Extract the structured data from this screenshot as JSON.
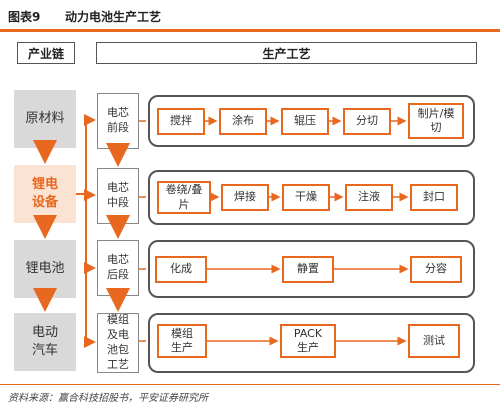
{
  "header": {
    "figure_number": "图表9",
    "title": "动力电池生产工艺"
  },
  "columns": {
    "chain_label": "产业链",
    "process_label": "生产工艺"
  },
  "chain": [
    {
      "label": "原材料"
    },
    {
      "label": "锂电\n设备"
    },
    {
      "label": "锂电池"
    },
    {
      "label": "电动\n汽车"
    }
  ],
  "stages": [
    {
      "label": "电芯\n前段",
      "steps": [
        "搅拌",
        "涂布",
        "辊压",
        "分切",
        "制片/模\n切"
      ]
    },
    {
      "label": "电芯\n中段",
      "steps": [
        "卷绕/叠\n片",
        "焊接",
        "干燥",
        "注液",
        "封口"
      ]
    },
    {
      "label": "电芯\n后段",
      "steps": [
        "化成",
        "静置",
        "分容"
      ]
    },
    {
      "label": "模组\n及电\n池包\n工艺",
      "steps": [
        "模组\n生产",
        "PACK\n生产",
        "测试"
      ]
    }
  ],
  "footer": {
    "source": "资料来源：赢合科技招股书，平安证券研究所"
  },
  "colors": {
    "accent": "#e8681f",
    "gray": "#d9d9d9",
    "highlight_bg": "#fbe3d4",
    "border": "#555555"
  }
}
